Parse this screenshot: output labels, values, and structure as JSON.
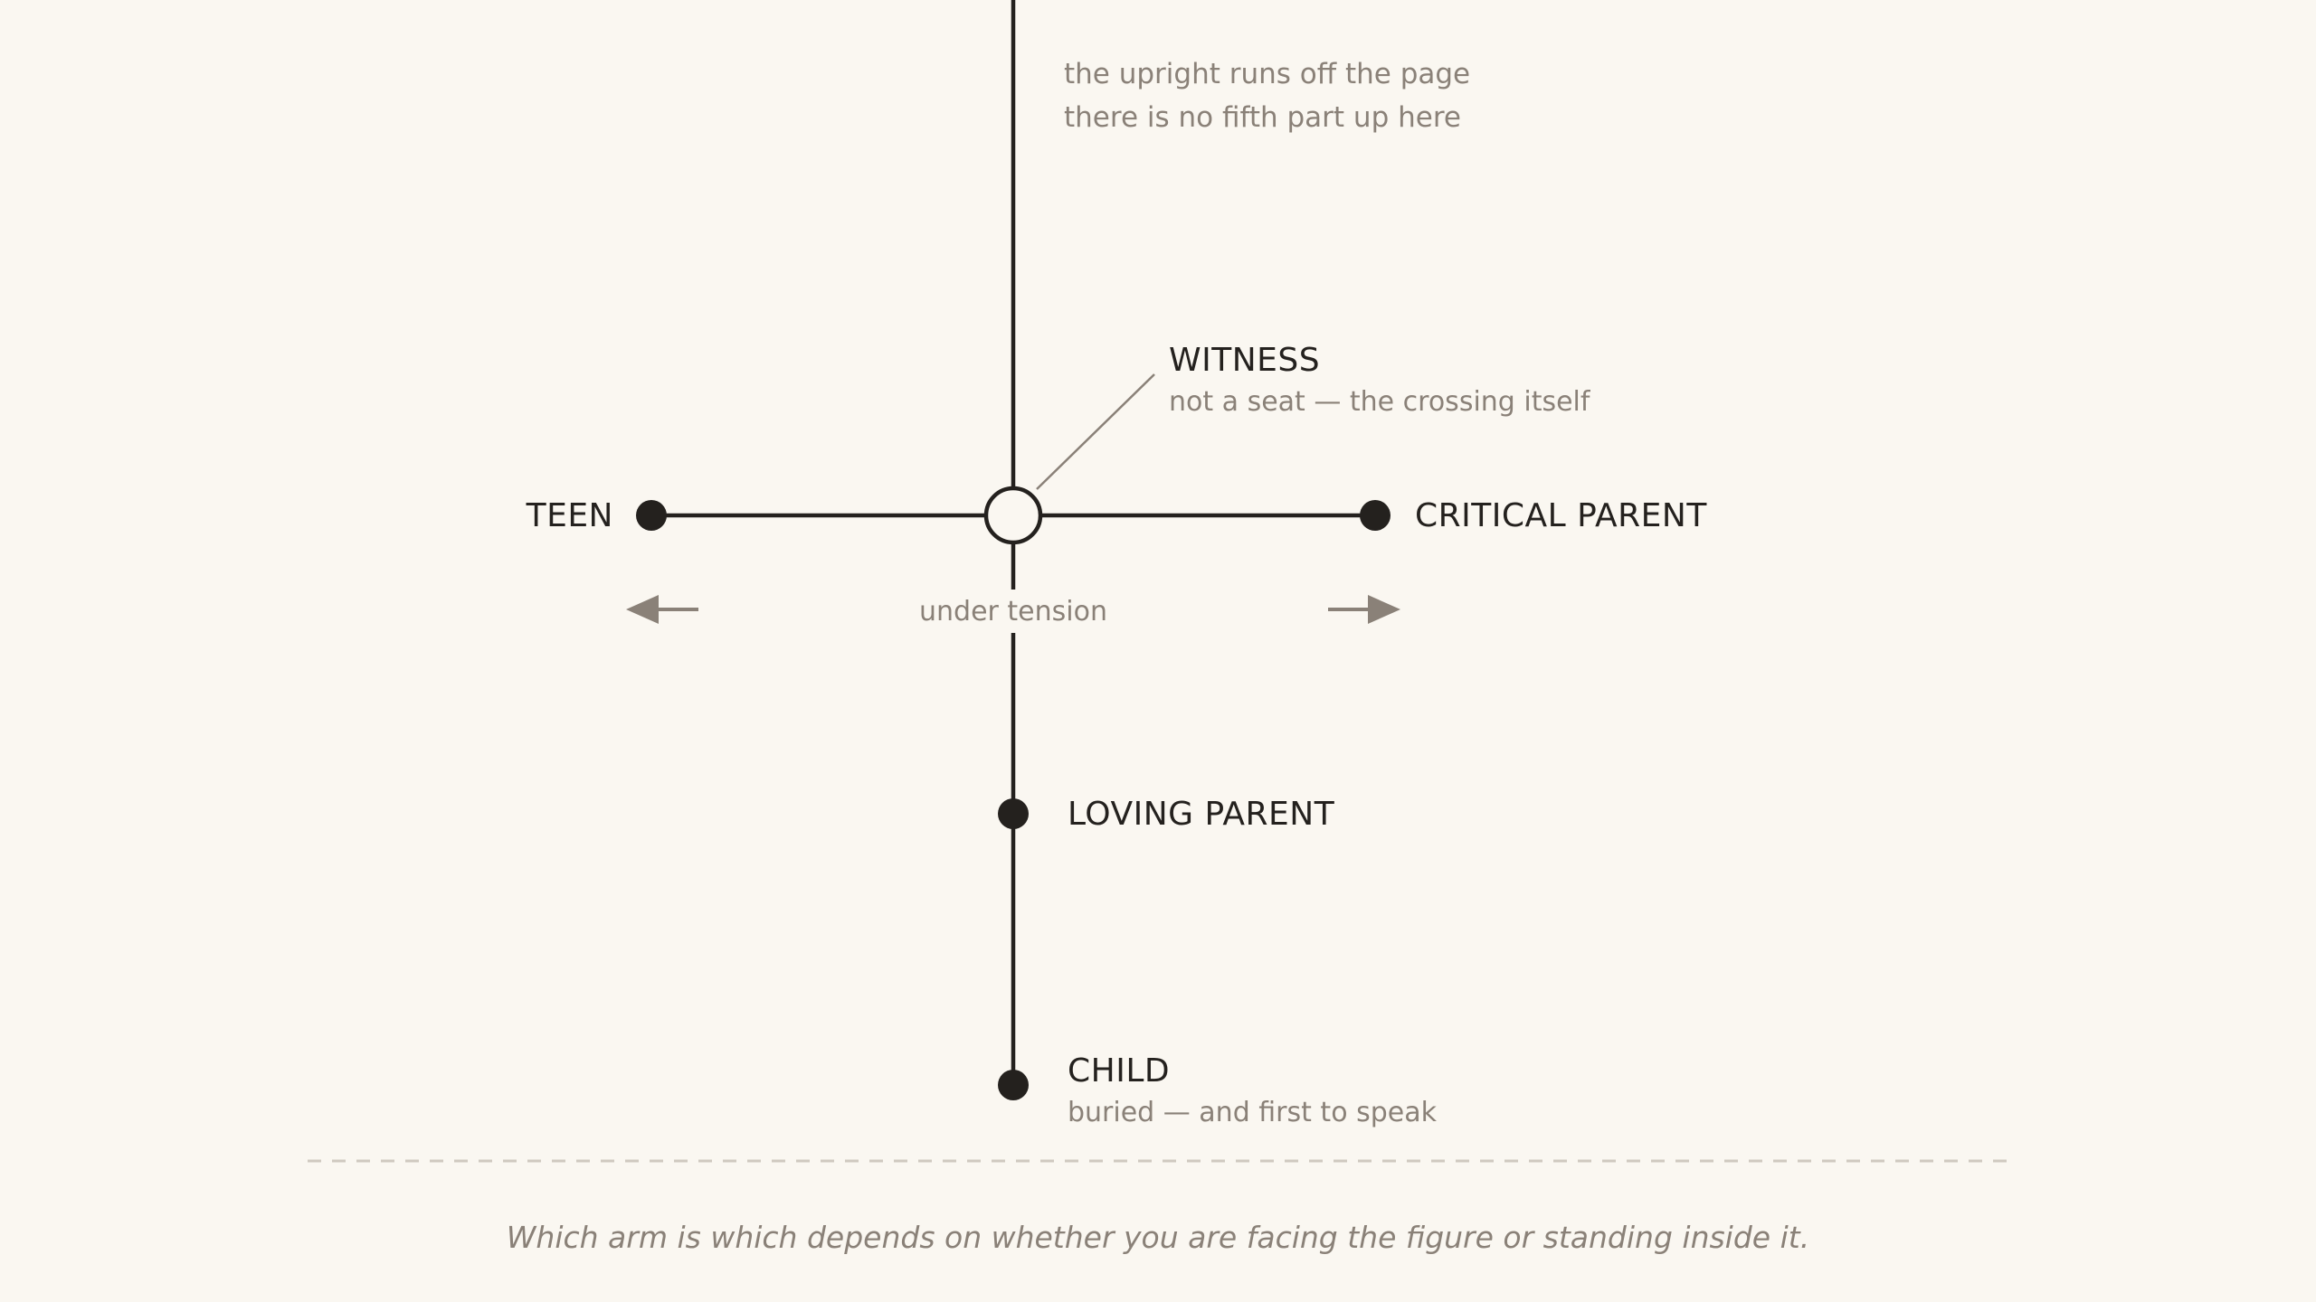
{
  "diagram": {
    "top_note": {
      "line1": "the upright runs off the page",
      "line2": "there is no fifth part up here"
    },
    "center": {
      "label": "WITNESS",
      "sublabel": "not a seat — the crossing itself"
    },
    "left_arm": {
      "label": "TEEN"
    },
    "right_arm": {
      "label": "CRITICAL PARENT"
    },
    "tension_label": "under tension",
    "lower_node": {
      "label": "LOVING PARENT"
    },
    "base_node": {
      "label": "CHILD",
      "sublabel": "buried — and first to speak"
    },
    "caption": "Which arm is which depends on whether you are facing the figure or standing inside it.",
    "colors": {
      "ink": "#24211e",
      "muted": "#8a8178",
      "background": "#faf7f1",
      "rule": "#cfc9c0"
    }
  }
}
